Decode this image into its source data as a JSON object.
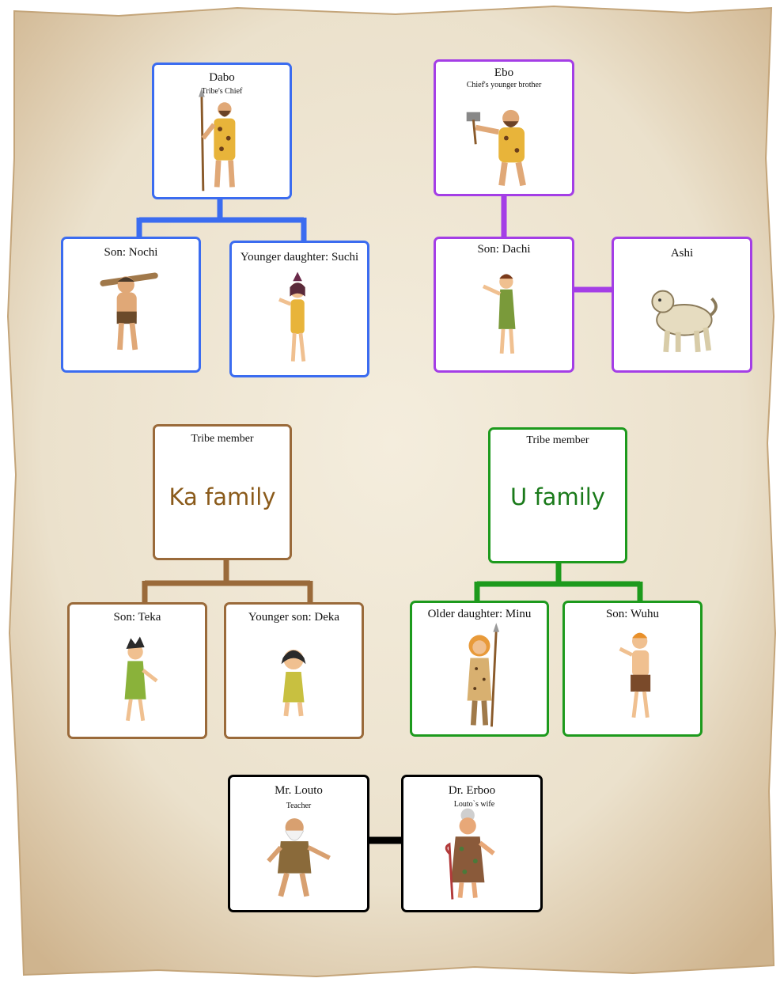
{
  "groups": {
    "chief": {
      "color": "#3b6cf0",
      "head": {
        "name": "Dabo",
        "role": "Tribe's Chief"
      },
      "child1": {
        "label": "Son: Nochi"
      },
      "child2": {
        "label": "Younger daughter: Suchi"
      }
    },
    "brother": {
      "color": "#a43ee6",
      "head": {
        "name": "Ebo",
        "role": "Chief's younger brother"
      },
      "child": {
        "label": "Son: Dachi"
      },
      "pet": {
        "label": "Ashi"
      }
    },
    "ka": {
      "color": "#9a6a3a",
      "head": {
        "caption": "Tribe member",
        "family": "Ka family"
      },
      "child1": {
        "label": "Son: Teka"
      },
      "child2": {
        "label": "Younger son: Deka"
      }
    },
    "u": {
      "color": "#1d9a1d",
      "head": {
        "caption": "Tribe member",
        "family": "U family"
      },
      "child1": {
        "label": "Older daughter: Minu"
      },
      "child2": {
        "label": "Son: Wuhu"
      }
    },
    "elders": {
      "color": "#000000",
      "louto": {
        "name": "Mr. Louto",
        "role": "Teacher"
      },
      "erboo": {
        "name": "Dr. Erboo",
        "role": "Louto`s wife"
      }
    }
  },
  "icons": [
    "caveman-chief-spear",
    "caveman-hammer",
    "caveman-club",
    "cave-girl",
    "cave-boy-pointing",
    "dog",
    "cave-boy",
    "cave-child",
    "cave-girl-spear",
    "cave-boy-waving",
    "old-man-beard",
    "old-woman-cane"
  ],
  "parchment_color": "#ebe1cc"
}
